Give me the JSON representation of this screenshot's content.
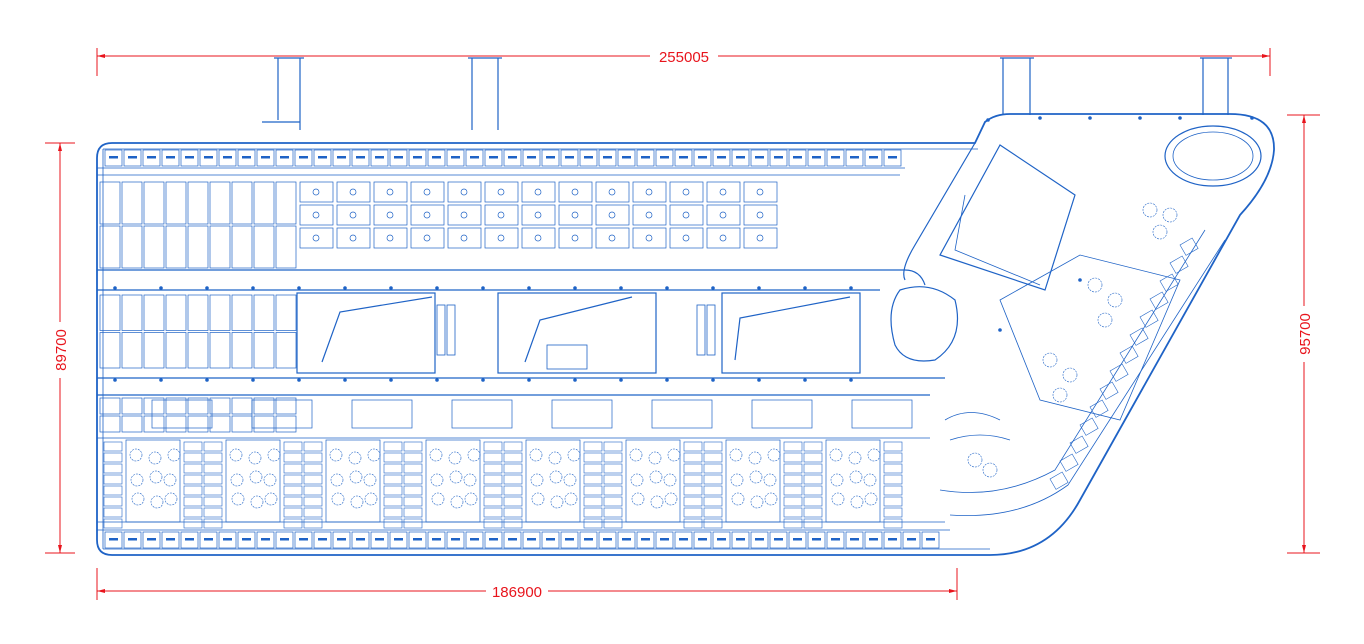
{
  "dimensions": {
    "overall_width": "255005",
    "left_height": "89700",
    "right_height": "95700",
    "bottom_width": "186900"
  },
  "colors": {
    "plan_line": "#1f63c6",
    "dimension_line": "#e8141c",
    "background": "#ffffff"
  }
}
